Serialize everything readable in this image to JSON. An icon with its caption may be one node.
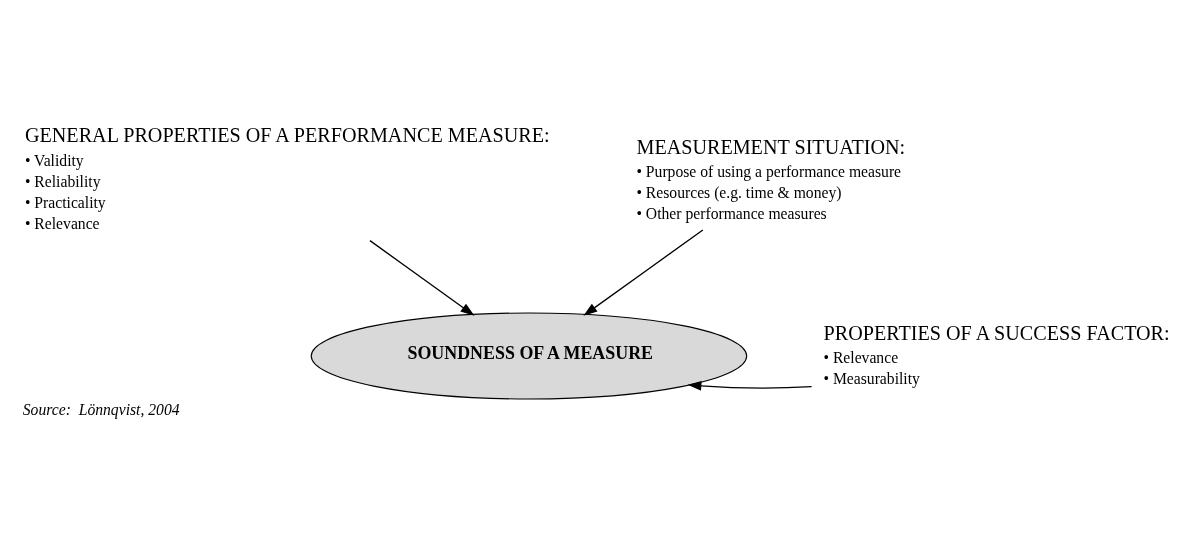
{
  "diagram": {
    "caption": "Source:  Lönnqvist, 2004",
    "nodes": [
      {
        "text": [
          "GENERAL PROPERTIES OF A PERFORMANCE MEASURE:",
          "• Validity",
          "• Reliability",
          "• Practicality",
          "• Relevance"
        ]
      },
      {
        "text": [
          "MEASUREMENT SITUATION:",
          "• Purpose of using a performance measure",
          "• Resources (e.g. time & money)",
          "• Other performance measures"
        ]
      },
      {
        "text": [
          "SOUNDNESS OF A MEASURE"
        ]
      },
      {
        "text": [
          "PROPERTIES OF A SUCCESS FACTOR:",
          "• Relevance",
          "• Measurability"
        ]
      }
    ],
    "edges": [
      {
        "from": 0,
        "to": 2,
        "arrow": "to"
      },
      {
        "from": 1,
        "to": 2,
        "arrow": "to"
      },
      {
        "from": 3,
        "to": 2,
        "arrow": "to"
      }
    ]
  }
}
